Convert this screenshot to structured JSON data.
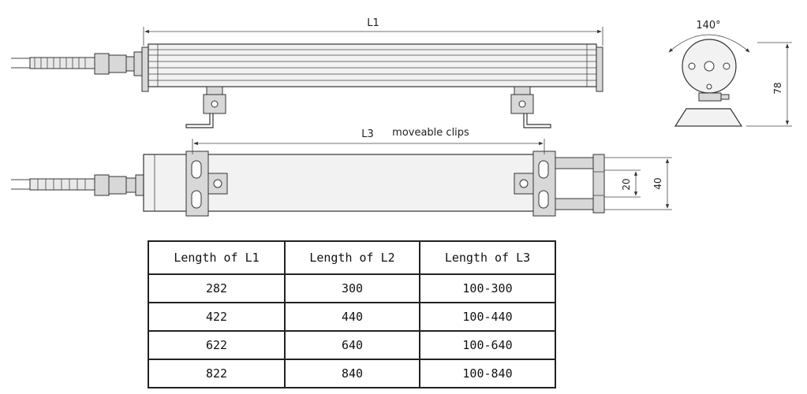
{
  "dimensions": {
    "length_overall": "L1",
    "clip_spacing": "L3",
    "clip_note": "moveable clips",
    "rotation_angle": "140°",
    "height": "78",
    "inner_gap": "20",
    "outer_gap": "40"
  },
  "table": {
    "headers": [
      "Length of L1",
      "Length of L2",
      "Length of L3"
    ],
    "rows": [
      [
        "282",
        "300",
        "100-300"
      ],
      [
        "422",
        "440",
        "100-440"
      ],
      [
        "622",
        "640",
        "100-640"
      ],
      [
        "822",
        "840",
        "100-840"
      ]
    ]
  }
}
